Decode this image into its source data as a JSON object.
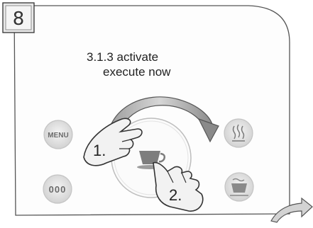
{
  "step": {
    "number": "8",
    "line1": "3.1.3  activate",
    "line2": "execute now"
  },
  "buttons": {
    "menu_label": "MENU",
    "three_dots_label": "000"
  },
  "callouts": {
    "first": "1.",
    "second": "2."
  },
  "icons": {
    "steam": "steam-icon",
    "hot_water": "hot-water-cup-icon",
    "cup": "cup-icon",
    "arrow": "curved-arrow-icon",
    "next": "next-page-arrow-icon"
  }
}
